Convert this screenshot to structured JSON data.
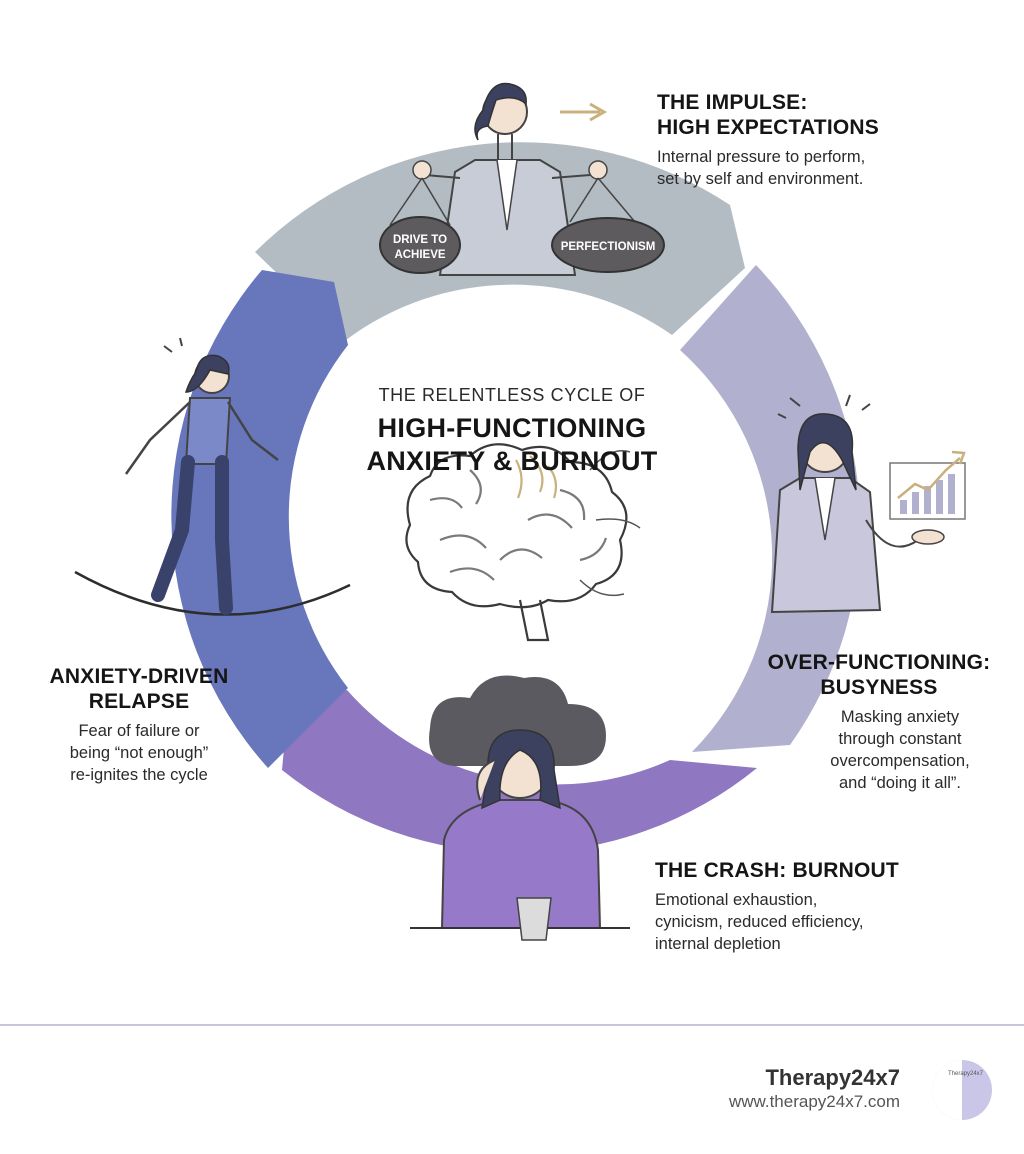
{
  "center": {
    "subtitle": "THE RELENTLESS CYCLE OF",
    "title": "HIGH-FUNCTIONING\nANXIETY & BURNOUT"
  },
  "stages": [
    {
      "title": "THE IMPULSE:\nHIGH EXPECTATIONS",
      "description": "Internal pressure to perform,\nset by self and environment.",
      "tags": [
        "DRIVE TO",
        "ACHIEVE",
        "PERFECTIONISM"
      ]
    },
    {
      "title": "OVER-FUNCTIONING:\nBUSYNESS",
      "description": "Masking anxiety\nthrough constant\novercompensation,\nand “doing it all”."
    },
    {
      "title": "THE CRASH: BURNOUT",
      "description": "Emotional exhaustion,\ncynicism, reduced efficiency,\ninternal depletion"
    },
    {
      "title": "ANXIETY-DRIVEN\nRELAPSE",
      "description": "Fear of failure or\nbeing “not enough”\nre-ignites the cycle"
    }
  ],
  "footer": {
    "brand": "Therapy24x7",
    "url": "www.therapy24x7.com",
    "logo_text": "Therapy24x7"
  },
  "colors": {
    "segment_top": "#b3bcc3",
    "segment_right": "#b1b0ce",
    "segment_bottom": "#8f77c2",
    "segment_left": "#6876bc",
    "accent_gold": "#c9b07d"
  }
}
